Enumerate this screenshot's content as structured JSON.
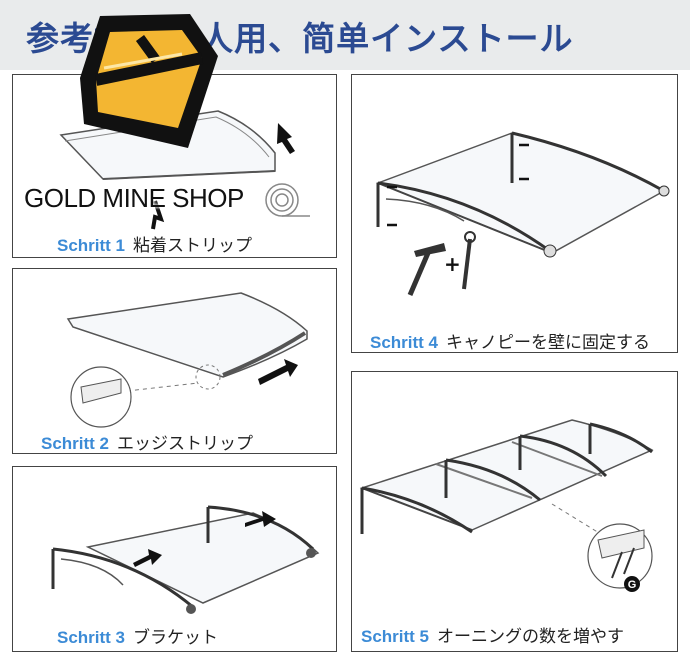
{
  "header": {
    "title": "参考如图:2人用、简单インストール"
  },
  "watermark": {
    "text": "GOLD MINE SHOP"
  },
  "steps": [
    {
      "step": "Schritt 1",
      "label": "粘着ストリップ"
    },
    {
      "step": "Schritt 2",
      "label": "エッジストリップ"
    },
    {
      "step": "Schritt 3",
      "label": "ブラケット"
    },
    {
      "step": "Schritt 4",
      "label": "キャノピーを壁に固定する"
    },
    {
      "step": "Schritt 5",
      "label": "オーニングの数を増やす"
    }
  ],
  "detail_badge": "G",
  "colors": {
    "title": "#2b4a92",
    "step": "#3c8bd6",
    "logo_gold": "#f3b632"
  }
}
